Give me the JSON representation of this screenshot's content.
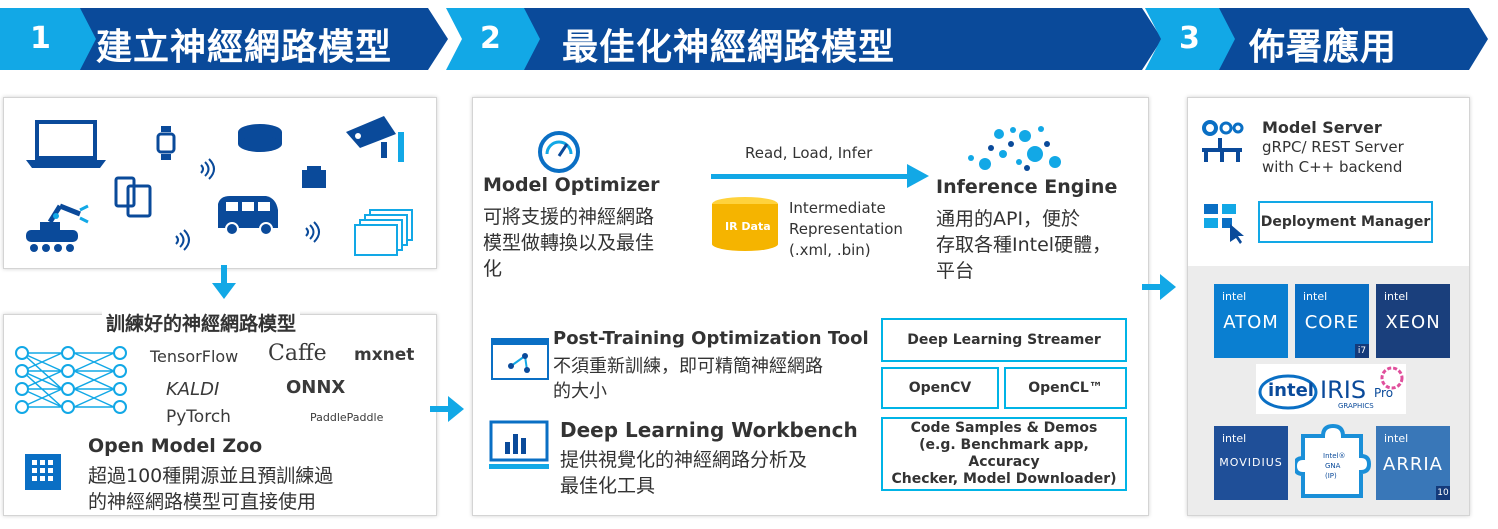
{
  "header": {
    "steps": [
      {
        "number": "1",
        "title": "建立神經網路模型"
      },
      {
        "number": "2",
        "title": "最佳化神經網路模型"
      },
      {
        "number": "3",
        "title": "佈署應用"
      }
    ],
    "colors": {
      "light": "#12a8e6",
      "dark": "#0a4a9a"
    }
  },
  "build": {
    "device_icons": [
      "laptop-icon",
      "smartwatch-icon",
      "router-icon",
      "security-camera-icon",
      "tablet-icon",
      "robot-arm-icon",
      "van-icon",
      "box-icon",
      "stacked-frames-icon",
      "wireless-signal-icon"
    ],
    "pretrained_title": "訓練好的神經網路模型",
    "frameworks": [
      "TensorFlow",
      "Caffe",
      "mxnet",
      "KALDI",
      "ONNX",
      "PyTorch",
      "PaddlePaddle"
    ],
    "zoo_title": "Open Model Zoo",
    "zoo_desc_1": "超過100種開源並且預訓練過",
    "zoo_desc_2": "的神經網路模型可直接使用"
  },
  "optimize": {
    "mo_title": "Model Optimizer",
    "mo_desc_1": "可將支援的神經網路",
    "mo_desc_2": "模型做轉換以及最佳",
    "mo_desc_3": "化",
    "flow_label": "Read, Load, Infer",
    "ir_label": "IR Data",
    "ir_line_1": "Intermediate",
    "ir_line_2": "Representation",
    "ir_line_3": "(.xml, .bin)",
    "ie_title": "Inference Engine",
    "ie_desc_1": "通用的API，便於",
    "ie_desc_2": "存取各種Intel硬體，",
    "ie_desc_3": "平台",
    "pot_title": "Post-Training Optimization Tool",
    "pot_desc_1": "不須重新訓練，即可精簡神經網路",
    "pot_desc_2": "的大小",
    "dlw_title": "Deep Learning Workbench",
    "dlw_desc_1": "提供視覺化的神經網路分析及",
    "dlw_desc_2": "最佳化工具",
    "boxes": {
      "streamer": "Deep Learning Streamer",
      "opencv": "OpenCV",
      "opencl": "OpenCL™",
      "samples_1": "Code Samples & Demos",
      "samples_2": "(e.g. Benchmark app, Accuracy",
      "samples_3": "Checker, Model Downloader)"
    }
  },
  "deploy": {
    "server_title": "Model Server",
    "server_line_1": "gRPC/ REST Server",
    "server_line_2": "with C++ backend",
    "deployment_manager": "Deployment Manager",
    "chips": [
      {
        "brand": "intel",
        "name": "ATOM",
        "color": "#0a7fd1"
      },
      {
        "brand": "intel",
        "name": "CORE",
        "tier": "i7",
        "color": "#0a6fc4"
      },
      {
        "brand": "intel",
        "name": "XEON",
        "color": "#1a3f7c"
      },
      {
        "brand": "intel",
        "name": "MOVIDIUS",
        "color": "#1f4f98"
      },
      {
        "brand": "intel",
        "name": "ARRIA",
        "tier": "10",
        "color": "#3977b8"
      }
    ],
    "iris": {
      "brand": "intel",
      "name": "IRIS",
      "suffix": "Pro",
      "sub": "GRAPHICS"
    },
    "gna": {
      "line_1": "Intel®",
      "line_2": "GNA",
      "line_3": "(IP)"
    }
  }
}
